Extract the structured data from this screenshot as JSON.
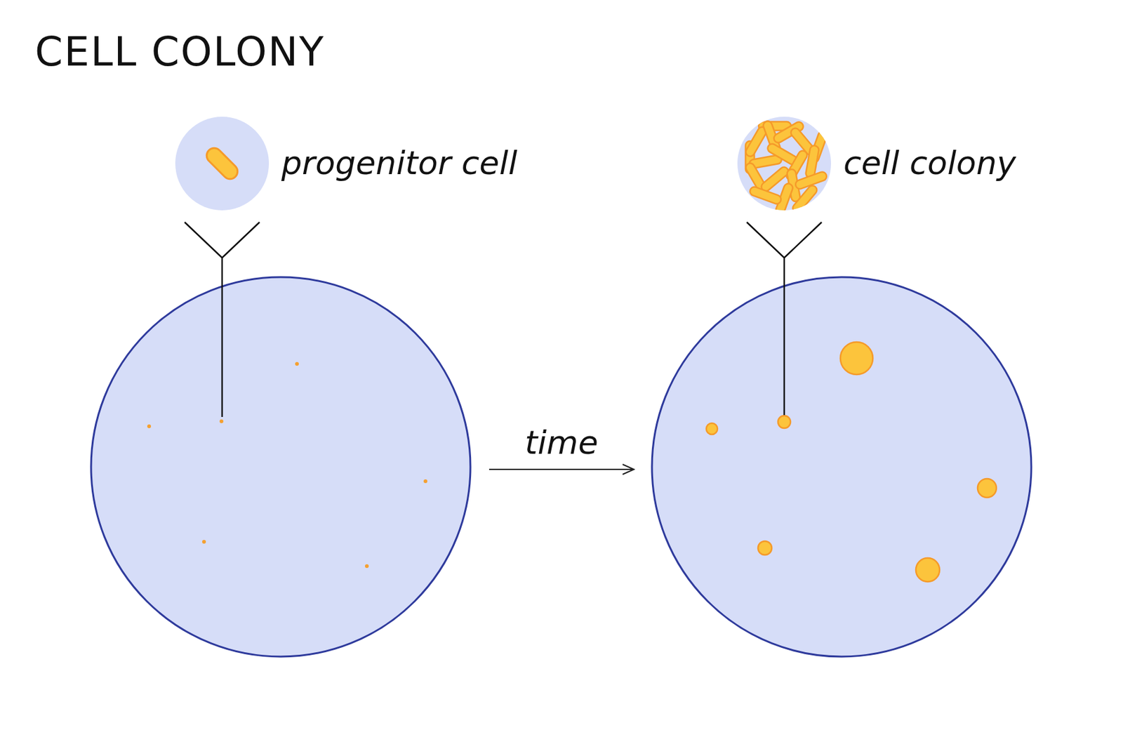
{
  "diagram": {
    "title": "CELL COLONY",
    "nodes": [
      {
        "text": [
          "progenitor cell"
        ]
      },
      {
        "text": [
          "cell colony"
        ]
      }
    ],
    "labels": [
      "time"
    ]
  }
}
